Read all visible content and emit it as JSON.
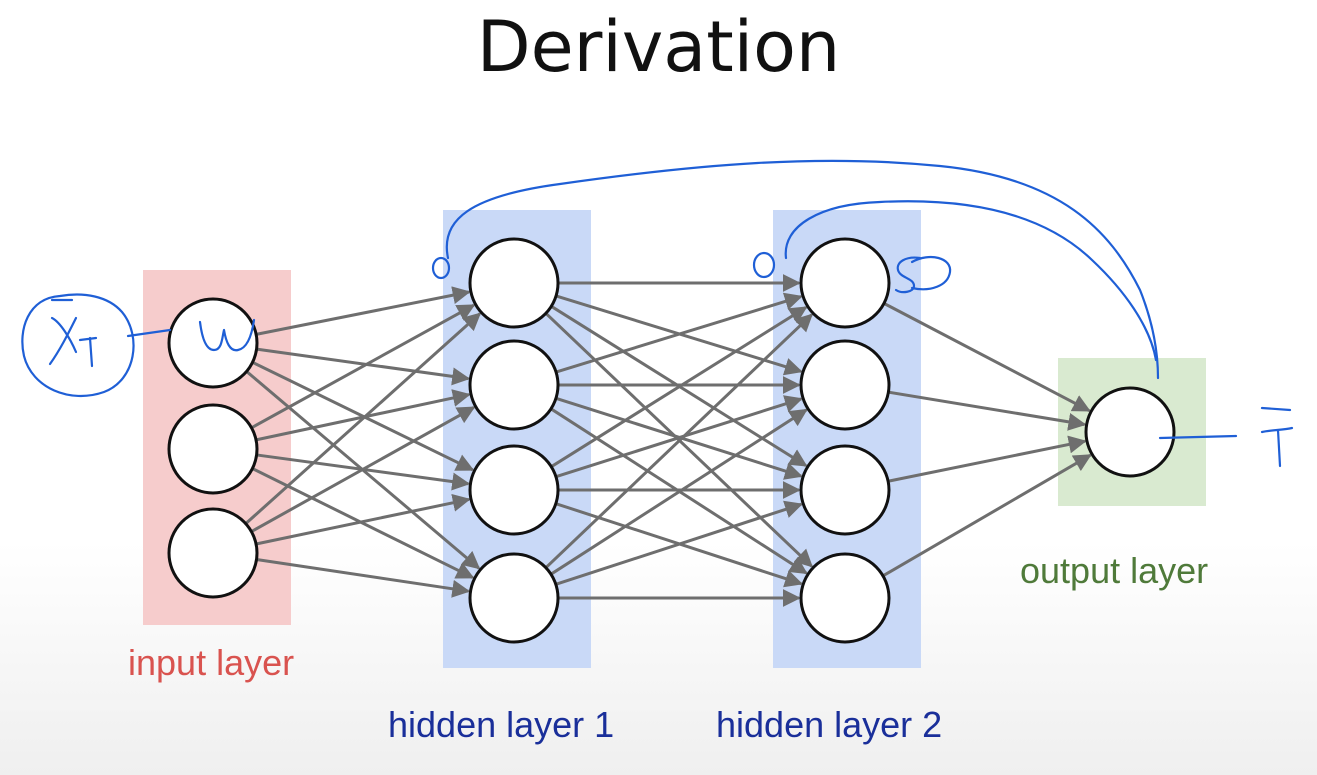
{
  "title": "Derivation",
  "layers": {
    "input": {
      "label": "input layer",
      "color": "#d9534f",
      "box_color": "#f6cccc"
    },
    "hidden1": {
      "label": "hidden layer 1",
      "color": "#1a2f9a",
      "box_color": "#c9d9f7"
    },
    "hidden2": {
      "label": "hidden layer 2",
      "color": "#1a2f9a",
      "box_color": "#c9d9f7"
    },
    "output": {
      "label": "output layer",
      "color": "#4f7a3a",
      "box_color": "#d9ead0"
    }
  },
  "colors": {
    "edge": "#6e6e6e",
    "node_stroke": "#111111",
    "node_fill": "#ffffff",
    "ink": "#1f5fd6"
  }
}
